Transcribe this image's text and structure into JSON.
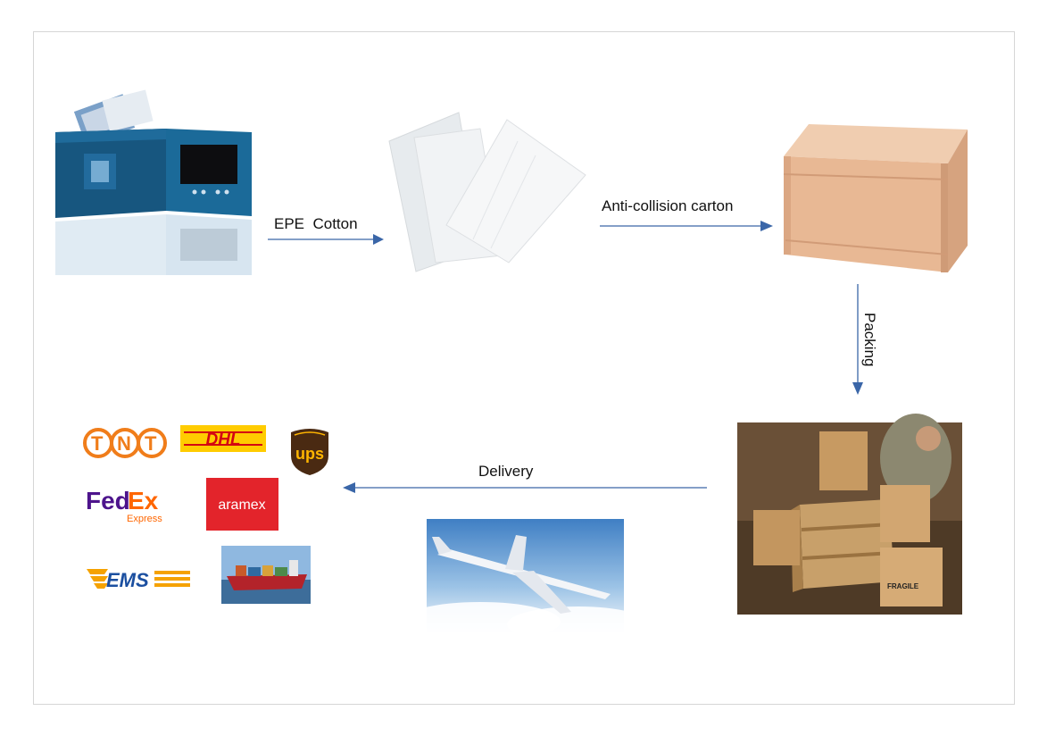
{
  "flow": {
    "step1_label": "EPE  Cotton",
    "step2_label": "Anti-collision carton",
    "step3_label": "Packing",
    "step4_label": "Delivery"
  },
  "carriers": {
    "tnt": "TNT",
    "dhl": "DHL",
    "ups": "ups",
    "fedex_fed": "Fed",
    "fedex_ex": "Ex",
    "fedex_sub": "Express",
    "aramex": "aramex",
    "ems": "EMS"
  },
  "box_labels": {
    "fragile": "FRAGILE"
  },
  "colors": {
    "arrow": "#3a66a8",
    "tnt_orange": "#f07d1a",
    "dhl_yellow": "#ffcc00",
    "dhl_red": "#d40511",
    "ups_brown": "#4a2a12",
    "ups_gold": "#ffb500",
    "fedex_purple": "#4d148c",
    "fedex_orange": "#ff6600",
    "aramex_red": "#e3242b",
    "ems_blue": "#1b4fa0",
    "ems_orange": "#f5a200",
    "carton": "#e8b894"
  }
}
